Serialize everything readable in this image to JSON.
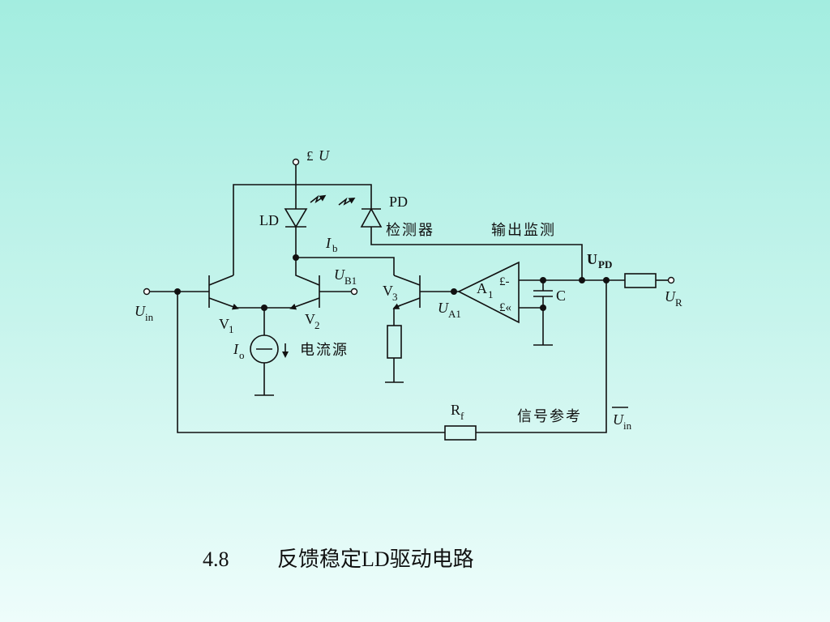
{
  "diagram": {
    "labels": {
      "supply_sign": "£",
      "supply_u": "U",
      "pd": "PD",
      "ld": "LD",
      "detector": "检测器",
      "output_monitor": "输出监测",
      "ib_i": "I",
      "ib_sub": "b",
      "upd_u": "U",
      "upd_sub": "PD",
      "ub1_u": "U",
      "ub1_sub": "B1",
      "uin_u": "U",
      "uin_sub": "in",
      "v1": "V",
      "v1_sub": "1",
      "v2": "V",
      "v2_sub": "2",
      "v3": "V",
      "v3_sub": "3",
      "a1": "A",
      "a1_sub": "1",
      "ua1_u": "U",
      "ua1_sub": "A1",
      "minus_in": "£-",
      "plus_in": "£«",
      "c": "C",
      "ur_u": "U",
      "ur_sub": "R",
      "io_i": "I",
      "io_sub": "o",
      "current_source": "电流源",
      "rf": "R",
      "rf_sub": "f",
      "signal_ref": "信号参考",
      "uin_bar_u": "U",
      "uin_bar_sub": "in"
    }
  },
  "caption": {
    "number": "4.8",
    "title": "反馈稳定LD驱动电路"
  }
}
